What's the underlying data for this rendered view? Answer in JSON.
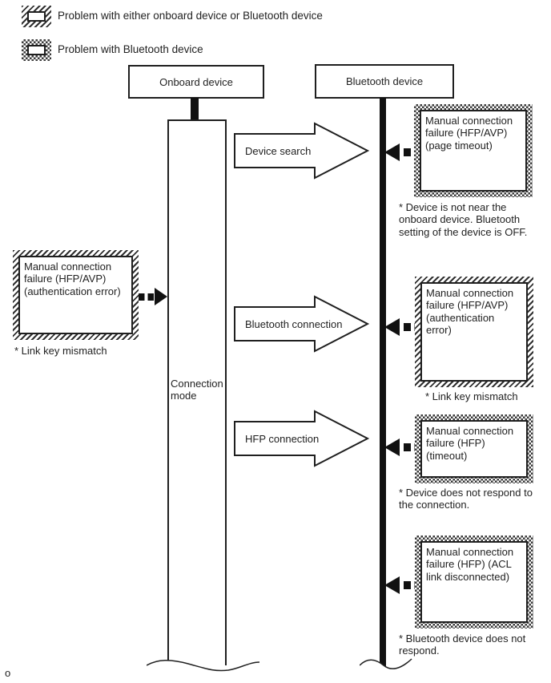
{
  "legend": {
    "items": [
      {
        "label": "Problem with either onboard device or Bluetooth device",
        "style": "hatched"
      },
      {
        "label": "Problem with Bluetooth device",
        "style": "dotted"
      }
    ]
  },
  "nodes": {
    "onboard_device": "Onboard device",
    "bluetooth_device": "Bluetooth device",
    "connection_mode": "Connection mode"
  },
  "steps": [
    {
      "label": "Device search"
    },
    {
      "label": "Bluetooth connection"
    },
    {
      "label": "HFP connection"
    }
  ],
  "left_failure": {
    "label": "Manual connection\nfailure (HFP/AVP)\n(authentication error)",
    "note": "* Link key mismatch"
  },
  "right_failures": [
    {
      "label": "Manual connection\nfailure (HFP/AVP)\n(page timeout)",
      "note": "* Device is not near the\nonboard device. Bluetooth\nsetting of the device is OFF."
    },
    {
      "label": "Manual connection\nfailure (HFP/AVP)\n(authentication error)",
      "note": "* Link key mismatch"
    },
    {
      "label": "Manual connection\nfailure (HFP) (timeout)",
      "note": "* Device does not respond to\nthe connection."
    },
    {
      "label": "Manual connection\nfailure (HFP) (ACL\nlink disconnected)",
      "note": "* Bluetooth device does not\nrespond."
    }
  ],
  "footer": {
    "page_marker": "o"
  },
  "colors": {
    "line": "#1f1f1f",
    "background": "#ffffff"
  }
}
